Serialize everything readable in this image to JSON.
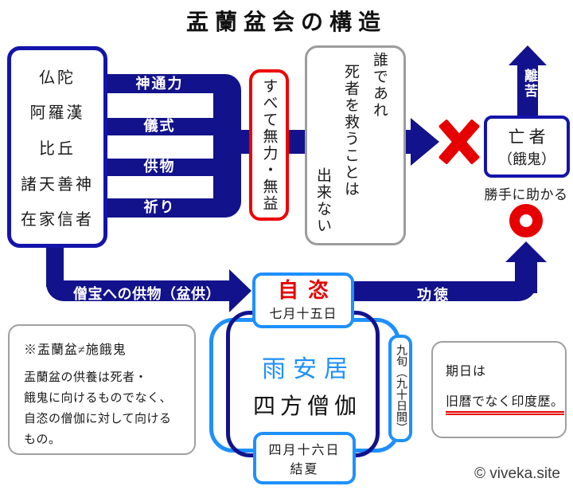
{
  "title": "盂蘭盆会の構造",
  "palette": {
    "navy": "#12128c",
    "box_border_navy": "#1414aa",
    "bright_blue": "#1e90ff",
    "red": "#e60000",
    "gray_border": "#a0a0a0"
  },
  "practitioners_box": {
    "items": [
      "仏陀",
      "阿羅漢",
      "比丘",
      "諸天善神",
      "在家信者"
    ]
  },
  "channels": {
    "labels": [
      "神通力",
      "儀式",
      "供物",
      "祈り"
    ]
  },
  "futility_box": {
    "text": "すべて無力・無益"
  },
  "impossible_box": {
    "lines": [
      "誰であれ",
      "死者を救うことは",
      "出来ない"
    ]
  },
  "deceased_box": {
    "line1": "亡者",
    "line2": "（餓鬼）"
  },
  "liberation_arrow": {
    "label": "離苦"
  },
  "self_saved_note": {
    "text": "勝手に助かる"
  },
  "offering_arrow": {
    "label": "僧宝への供物（盆供）"
  },
  "merit_arrow": {
    "label": "功徳"
  },
  "pavarana_box": {
    "title": "自恣",
    "date": "七月十五日"
  },
  "retreat_box": {
    "title": "雨安居",
    "subtitle": "四方僧伽"
  },
  "duration_box": {
    "text": "九旬（九十日間）"
  },
  "start_box": {
    "date": "四月十六日",
    "label": "結夏"
  },
  "note_left": {
    "heading": "※盂蘭盆≠施餓鬼",
    "lines": [
      "盂蘭盆の供養は死者・",
      "餓鬼に向けるものでなく、",
      "自恣の僧伽に対して向ける",
      "もの。"
    ]
  },
  "note_right": {
    "line1": "期日は",
    "line2": "旧暦でなく印度歴。"
  },
  "copyright": "© viveka.site"
}
